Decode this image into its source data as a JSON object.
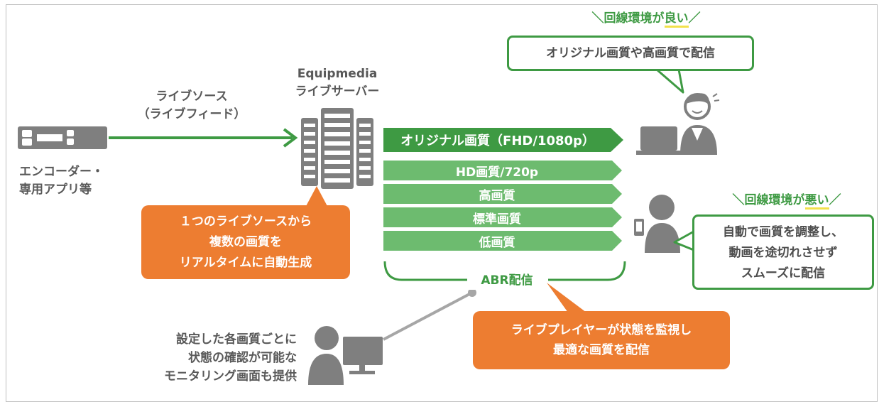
{
  "encoder": {
    "label_line1": "エンコーダー・",
    "label_line2": "専用アプリ等"
  },
  "source": {
    "line1": "ライブソース",
    "line2": "（ライブフィード）"
  },
  "server": {
    "line1": "Equipmedia",
    "line2": "ライブサーバー"
  },
  "server_note": {
    "line1": "１つのライブソースから",
    "line2": "複数の画質を",
    "line3": "リアルタイムに自動生成"
  },
  "quality_bars": [
    {
      "label": "オリジナル画質（FHD/1080p）"
    },
    {
      "label": "HD画質/720p"
    },
    {
      "label": "高画質"
    },
    {
      "label": "標準画質"
    },
    {
      "label": "低画質"
    }
  ],
  "abr_label": "ABR配信",
  "player_note": {
    "line1": "ライブプレイヤーが状態を監視し",
    "line2": "最適な画質を配信"
  },
  "good": {
    "heading_prefix": "＼回線環境が",
    "heading_emphasis": "良い",
    "heading_suffix": "／",
    "message": "オリジナル画質や高画質で配信"
  },
  "bad": {
    "heading_prefix": "＼回線環境が",
    "heading_emphasis": "悪い",
    "heading_suffix": "／",
    "line1": "自動で画質を調整し、",
    "line2": "動画を途切れさせず",
    "line3": "スムーズに配信"
  },
  "monitoring": {
    "line1": "設定した各画質ごとに",
    "line2": "状態の確認が可能な",
    "line3": "モニタリング画面も提供"
  },
  "colors": {
    "green_dark": "#3e9a43",
    "green_light": "#6dbb6f",
    "orange": "#ed7d31",
    "gray": "#808080",
    "text": "#595959"
  }
}
